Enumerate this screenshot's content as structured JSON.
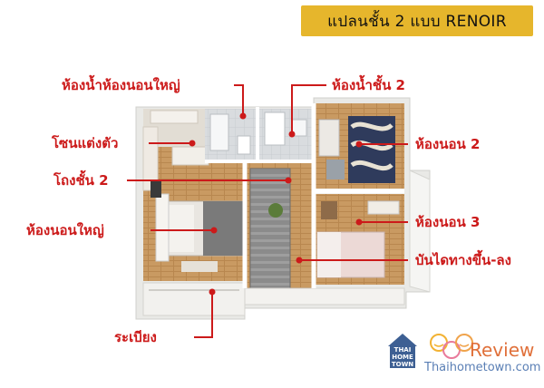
{
  "title": "แปลนชั้น 2 แบบ RENOIR",
  "labels": {
    "master_bathroom": "ห้องน้ำห้องนอนใหญ่",
    "dressing_zone": "โซนแต่งตัว",
    "hall": "โถงชั้น 2",
    "master_bedroom": "ห้องนอนใหญ่",
    "balcony": "ระเบียง",
    "bathroom_2f": "ห้องน้ำชั้น 2",
    "bedroom_2": "ห้องนอน 2",
    "bedroom_3": "ห้องนอน 3",
    "stairs": "บันไดทางขึ้น-ลง"
  },
  "watermark": {
    "review": "Review",
    "site": "Thaihometown.com",
    "logo_text": "THAI HOME TOWN"
  },
  "colors": {
    "title_bg": "#e6b62c",
    "label_red": "#cc1a1a",
    "floor_wood": "#c99a62",
    "wall_white": "#f1f1ef"
  }
}
